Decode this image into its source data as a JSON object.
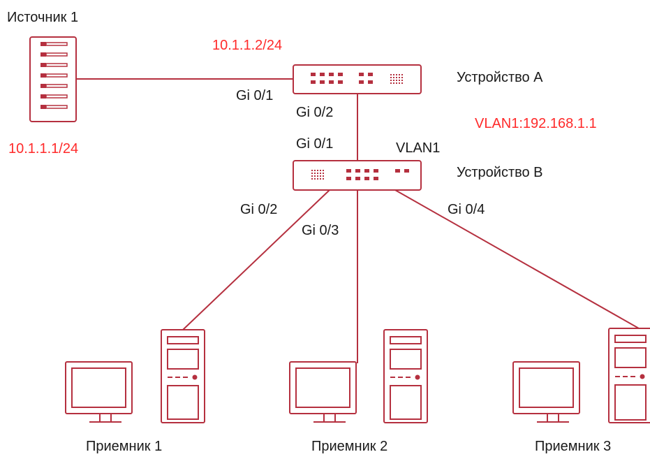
{
  "colors": {
    "device_stroke": "#b5303f",
    "link": "#b5303f",
    "highlight_text": "#ff2a2a",
    "text": "#1a1a1a"
  },
  "source": {
    "name": "Источник 1",
    "ip": "10.1.1.1/24",
    "icon": "server-icon"
  },
  "device_a": {
    "name": "Устройство A",
    "ip": "10.1.1.2/24",
    "vlan_ip": "VLAN1:192.168.1.1",
    "port_to_source": "Gi 0/1",
    "port_to_b": "Gi 0/2",
    "icon": "switch-icon"
  },
  "device_b": {
    "name": "Устройство B",
    "vlan": "VLAN1",
    "port_to_a": "Gi 0/1",
    "port_to_r1": "Gi 0/2",
    "port_to_r2": "Gi 0/3",
    "port_to_r3": "Gi 0/4",
    "icon": "switch-icon"
  },
  "receivers": [
    {
      "name": "Приемник 1",
      "icon": "pc-icon"
    },
    {
      "name": "Приемник 2",
      "icon": "pc-icon"
    },
    {
      "name": "Приемник 3",
      "icon": "pc-icon"
    }
  ]
}
